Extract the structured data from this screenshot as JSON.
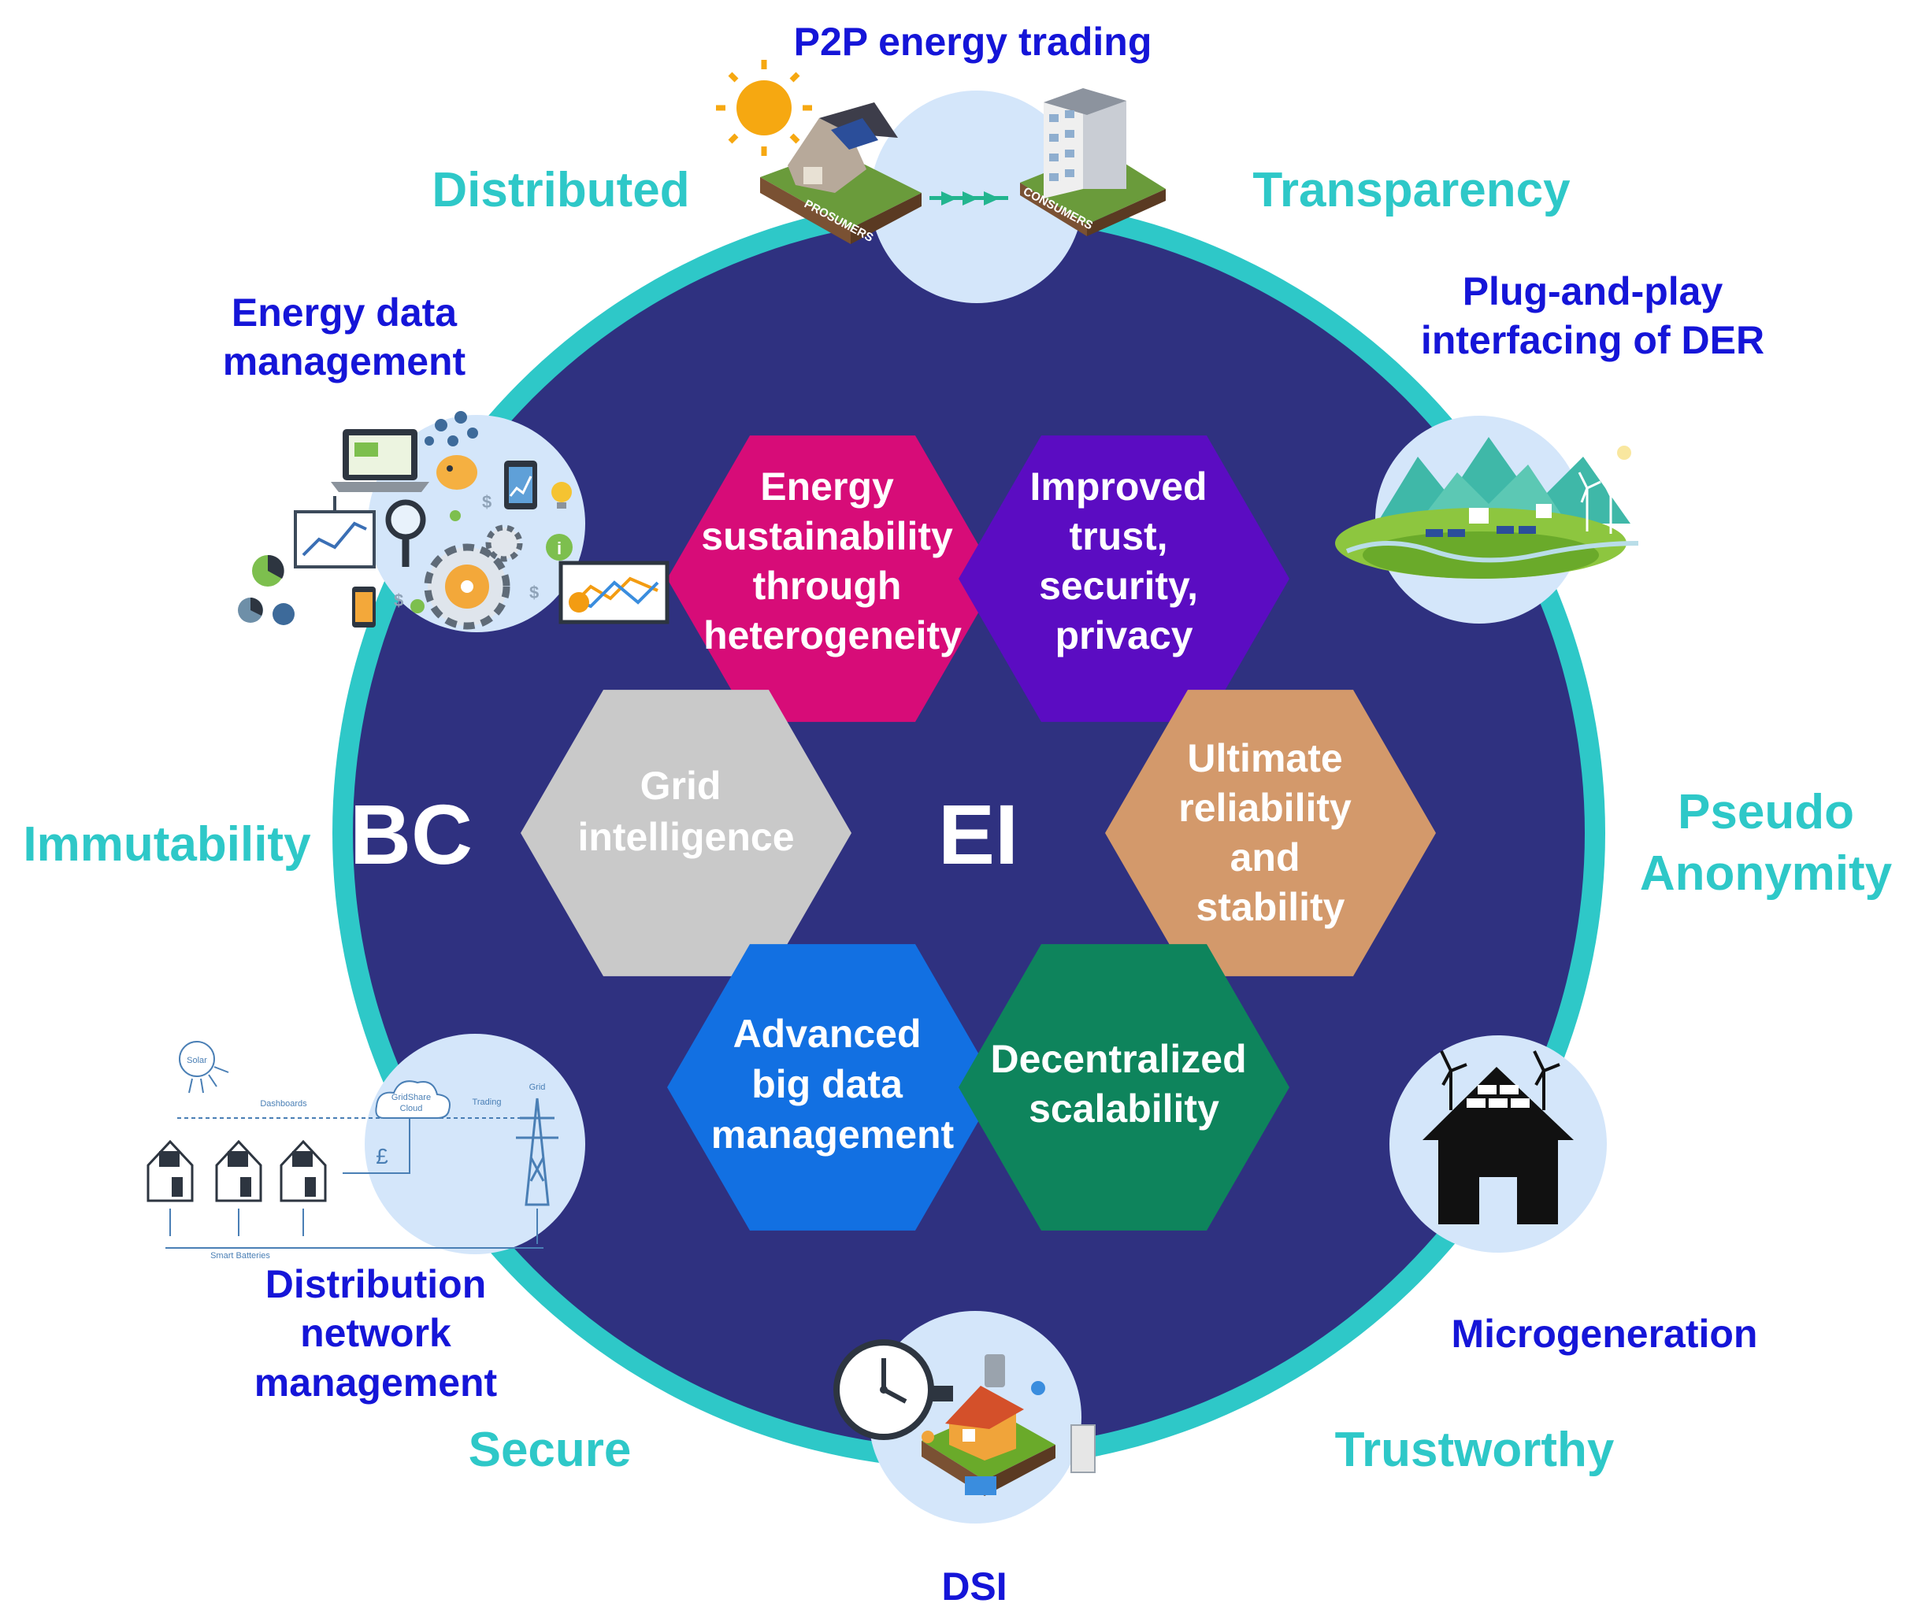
{
  "center": {
    "bc": "BC",
    "ei": "EI"
  },
  "hexagons": [
    {
      "id": "energy",
      "lines": [
        "Energy",
        "sustainability",
        "through",
        "heterogeneity"
      ],
      "color": "#d70c78"
    },
    {
      "id": "trust",
      "lines": [
        "Improved",
        "trust,",
        "security,",
        "privacy"
      ],
      "color": "#5b0cc2"
    },
    {
      "id": "grid",
      "lines": [
        "Grid",
        "intelligence"
      ],
      "color": "#c9c9c9"
    },
    {
      "id": "reliability",
      "lines": [
        "Ultimate",
        "reliability",
        "and",
        "stability"
      ],
      "color": "#d3996b"
    },
    {
      "id": "bigdata",
      "lines": [
        "Advanced",
        "big data",
        "management"
      ],
      "color": "#1270e2"
    },
    {
      "id": "scalability",
      "lines": [
        "Decentralized",
        "scalability"
      ],
      "color": "#0e845c"
    }
  ],
  "properties": {
    "distributed": "Distributed",
    "transparency": "Transparency",
    "immutability": "Immutability",
    "pseudo_line1": "Pseudo",
    "pseudo_line2": "Anonymity",
    "secure": "Secure",
    "trustworthy": "Trustworthy"
  },
  "applications": {
    "p2p": "P2P energy trading",
    "energy_data_line1": "Energy data",
    "energy_data_line2": "management",
    "plug_line1": "Plug-and-play",
    "plug_line2": "interfacing of DER",
    "distribution_line1": "Distribution",
    "distribution_line2": "network",
    "distribution_line3": "management",
    "microgeneration": "Microgeneration",
    "dsi": "DSI"
  },
  "p2p_image": {
    "left_label": "PROSUMERS",
    "right_label": "CONSUMERS"
  },
  "network_image": {
    "solar": "Solar",
    "dashboards": "Dashboards",
    "cloud_line1": "GridShare",
    "cloud_line2": "Cloud",
    "trading": "Trading",
    "grid": "Grid",
    "currency": "£",
    "batteries": "Smart Batteries"
  },
  "colors": {
    "ring": "#2ec8c8",
    "disk": "#2f3180",
    "bubble": "#d4e6fa",
    "teal_text": "#2ec8c8",
    "blue_text": "#1515d8"
  }
}
